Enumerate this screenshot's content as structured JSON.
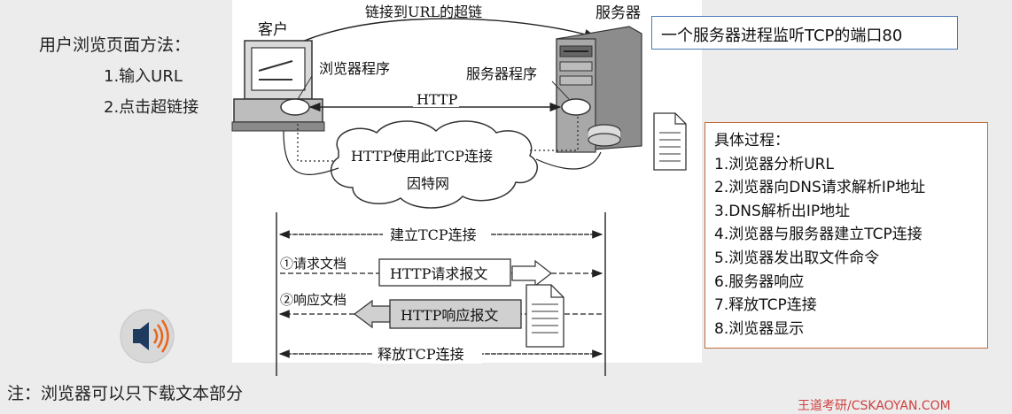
{
  "left": {
    "title": "用户浏览页面方法：",
    "items": [
      "1.输入URL",
      "2.点击超链接"
    ],
    "note": "注：浏览器可以只下载文本部分"
  },
  "diagram": {
    "client_label": "客户",
    "server_label": "服务器",
    "hyperlink_label": "链接到URL的超链",
    "browser_label": "浏览器程序",
    "server_program_label": "服务器程序",
    "http_label": "HTTP",
    "cloud_line1": "HTTP使用此TCP连接",
    "cloud_line2": "因特网",
    "establish_label": "建立TCP连接",
    "request_step": "①请求文档",
    "request_msg": "HTTP请求报文",
    "response_step": "②响应文档",
    "response_msg": "HTTP响应报文",
    "release_label": "释放TCP连接"
  },
  "server_note": "一个服务器进程监听TCP的端口80",
  "steps": {
    "title": "具体过程：",
    "items": [
      "1.浏览器分析URL",
      "2.浏览器向DNS请求解析IP地址",
      "3.DNS解析出IP地址",
      "4.浏览器与服务器建立TCP连接",
      "5.浏览器发出取文件命令",
      "6.服务器响应",
      "7.释放TCP连接",
      "8.浏览器显示"
    ]
  },
  "watermark": "王道考研/CSKAOYAN.COM",
  "colors": {
    "box_blue": "#4a7ab8",
    "box_orange": "#c06a3a",
    "speaker_orange": "#e8651a"
  },
  "icons": [
    "speaker-icon",
    "document-icon"
  ]
}
